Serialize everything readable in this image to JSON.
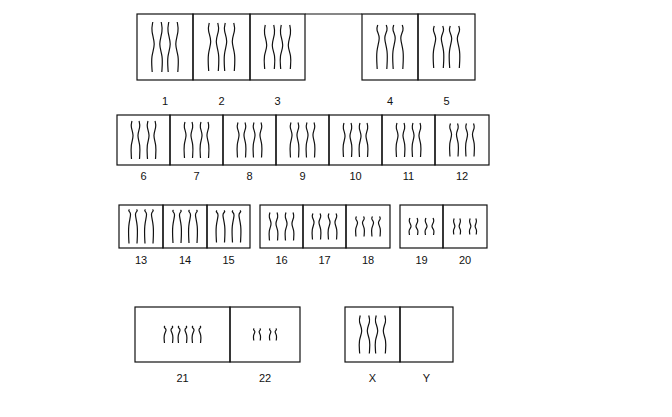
{
  "diagram": {
    "labels": [
      "1",
      "2",
      "3",
      "4",
      "5",
      "6",
      "7",
      "8",
      "9",
      "10",
      "11",
      "12",
      "13",
      "14",
      "15",
      "16",
      "17",
      "18",
      "19",
      "20",
      "21",
      "22",
      "X",
      "Y"
    ]
  }
}
